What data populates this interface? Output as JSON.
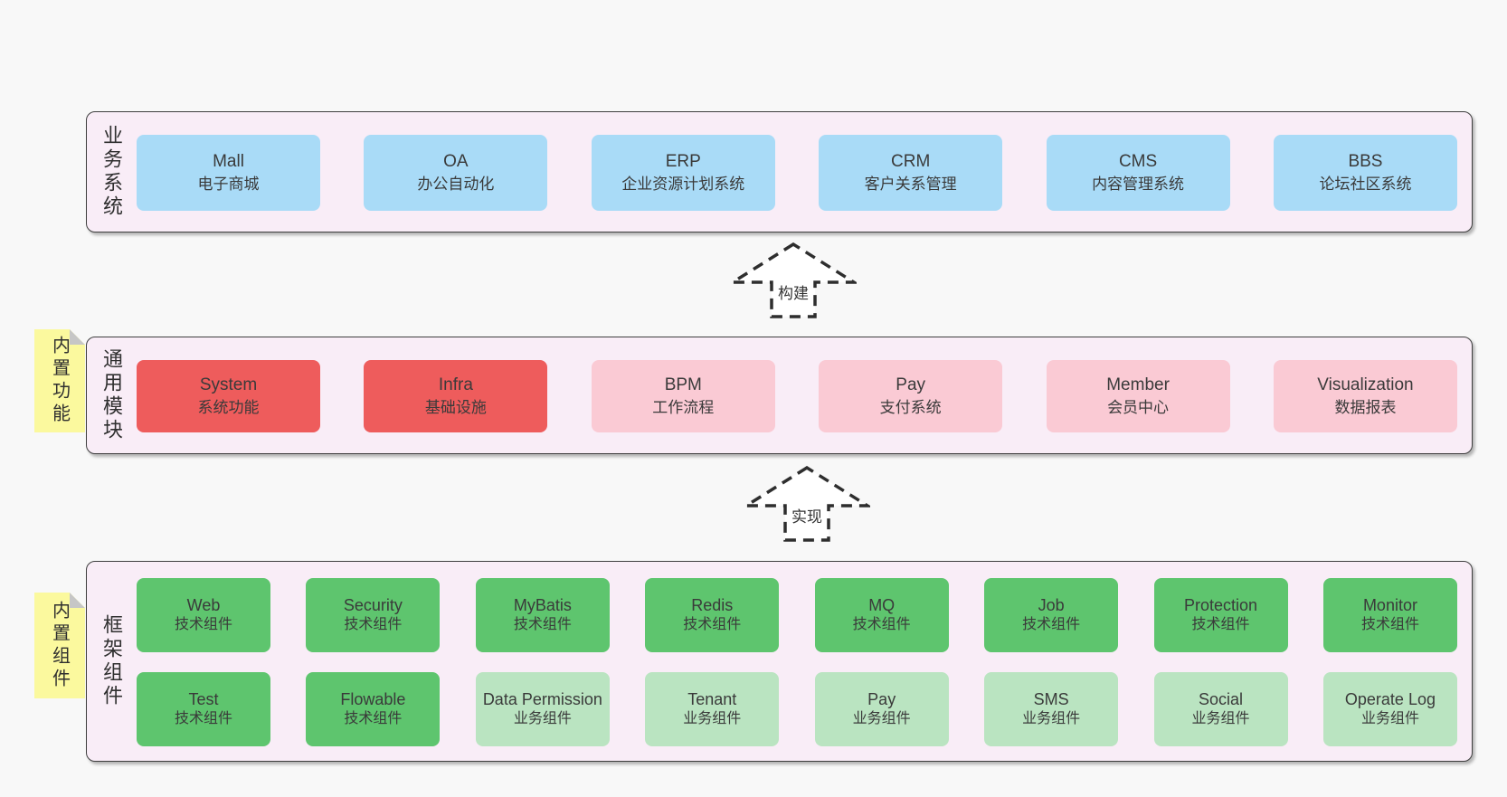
{
  "colors": {
    "page_bg": "#f8f8f8",
    "container_bg": "#f9edf7",
    "container_border": "#3f3f3f",
    "business_box_blue": "#a9dbf7",
    "core_module_red": "#ee5c5c",
    "module_pink": "#facad4",
    "tech_component_green": "#5ec56e",
    "biz_component_green_light": "#bae4c1",
    "sticky_yellow": "#fbf99e",
    "sticky_fold_gray": "#c6c6c6"
  },
  "arrows": {
    "build": "构建",
    "implement": "实现"
  },
  "business": {
    "label": "业务系统",
    "modules": [
      {
        "name": "Mall",
        "desc": "电子商城",
        "variant": "blue"
      },
      {
        "name": "OA",
        "desc": "办公自动化",
        "variant": "blue"
      },
      {
        "name": "ERP",
        "desc": "企业资源计划系统",
        "variant": "blue"
      },
      {
        "name": "CRM",
        "desc": "客户关系管理",
        "variant": "blue"
      },
      {
        "name": "CMS",
        "desc": "内容管理系统",
        "variant": "blue"
      },
      {
        "name": "BBS",
        "desc": "论坛社区系统",
        "variant": "blue"
      }
    ]
  },
  "common": {
    "label": "通用模块",
    "sticky": "内置功能",
    "modules": [
      {
        "name": "System",
        "desc": "系统功能",
        "variant": "red"
      },
      {
        "name": "Infra",
        "desc": "基础设施",
        "variant": "red"
      },
      {
        "name": "BPM",
        "desc": "工作流程",
        "variant": "pink"
      },
      {
        "name": "Pay",
        "desc": "支付系统",
        "variant": "pink"
      },
      {
        "name": "Member",
        "desc": "会员中心",
        "variant": "pink"
      },
      {
        "name": "Visualization",
        "desc": "数据报表",
        "variant": "pink"
      }
    ]
  },
  "framework": {
    "label": "框架组件",
    "sticky": "内置组件",
    "row1": [
      {
        "name": "Web",
        "desc": "技术组件",
        "variant": "green"
      },
      {
        "name": "Security",
        "desc": "技术组件",
        "variant": "green"
      },
      {
        "name": "MyBatis",
        "desc": "技术组件",
        "variant": "green"
      },
      {
        "name": "Redis",
        "desc": "技术组件",
        "variant": "green"
      },
      {
        "name": "MQ",
        "desc": "技术组件",
        "variant": "green"
      },
      {
        "name": "Job",
        "desc": "技术组件",
        "variant": "green"
      },
      {
        "name": "Protection",
        "desc": "技术组件",
        "variant": "green"
      },
      {
        "name": "Monitor",
        "desc": "技术组件",
        "variant": "green"
      }
    ],
    "row2": [
      {
        "name": "Test",
        "desc": "技术组件",
        "variant": "green"
      },
      {
        "name": "Flowable",
        "desc": "技术组件",
        "variant": "green"
      },
      {
        "name": "Data Permission",
        "desc": "业务组件",
        "variant": "green-light"
      },
      {
        "name": "Tenant",
        "desc": "业务组件",
        "variant": "green-light"
      },
      {
        "name": "Pay",
        "desc": "业务组件",
        "variant": "green-light"
      },
      {
        "name": "SMS",
        "desc": "业务组件",
        "variant": "green-light"
      },
      {
        "name": "Social",
        "desc": "业务组件",
        "variant": "green-light"
      },
      {
        "name": "Operate Log",
        "desc": "业务组件",
        "variant": "green-light"
      }
    ]
  }
}
